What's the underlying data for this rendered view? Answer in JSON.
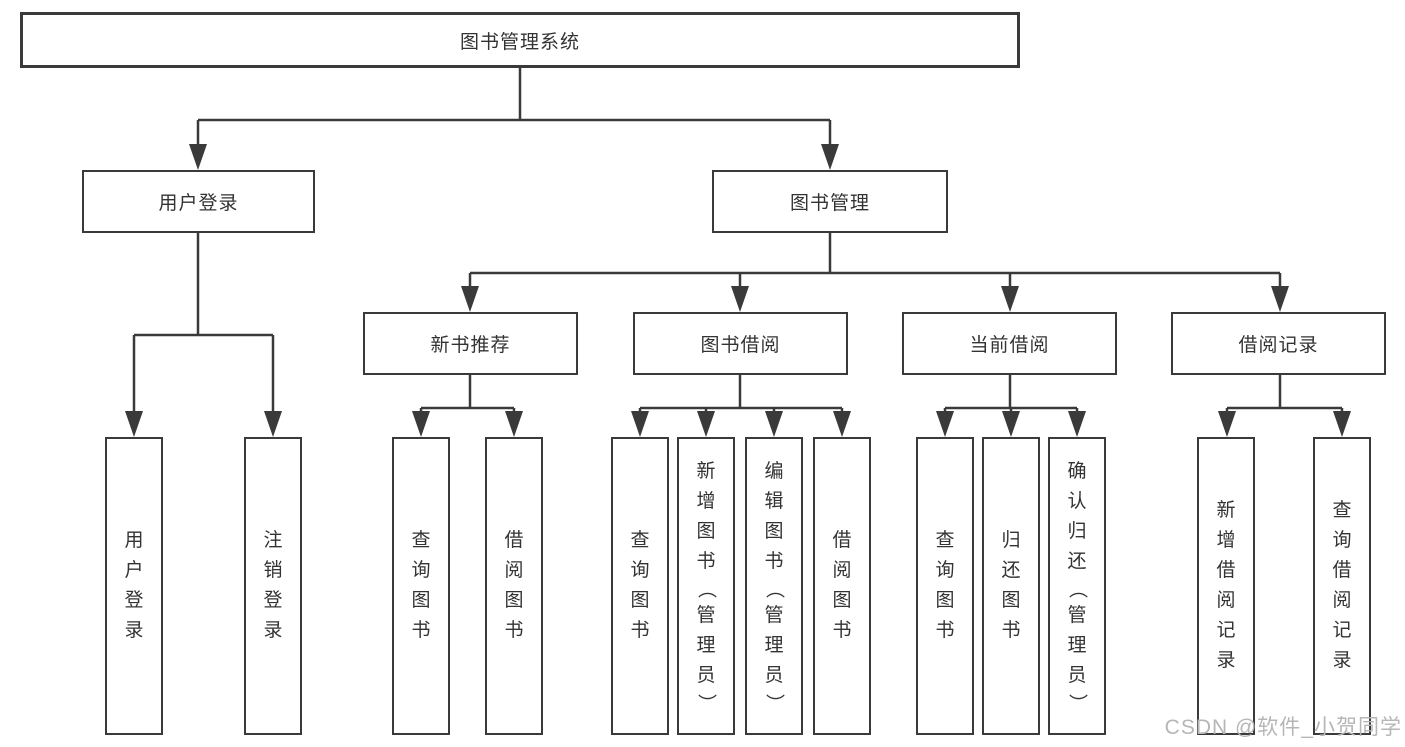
{
  "colors": {
    "background": "#ffffff",
    "line": "#3a3a3a",
    "text": "#333333",
    "watermark": "#b6b6b6"
  },
  "watermark": {
    "text": "CSDN @软件_小贺同学"
  },
  "tree": {
    "root": {
      "label": "图书管理系统"
    },
    "level1": [
      {
        "label": "用户登录"
      },
      {
        "label": "图书管理"
      }
    ],
    "level2": [
      {
        "label": "新书推荐"
      },
      {
        "label": "图书借阅"
      },
      {
        "label": "当前借阅"
      },
      {
        "label": "借阅记录"
      }
    ],
    "leaves": {
      "login": [
        {
          "label": "用户登录"
        },
        {
          "label": "注销登录"
        }
      ],
      "recommend": [
        {
          "label": "查询图书"
        },
        {
          "label": "借阅图书"
        }
      ],
      "borrow": [
        {
          "label": "查询图书"
        },
        {
          "label": "新增图书（管理员）"
        },
        {
          "label": "编辑图书（管理员）"
        },
        {
          "label": "借阅图书"
        }
      ],
      "current": [
        {
          "label": "查询图书"
        },
        {
          "label": "归还图书"
        },
        {
          "label": "确认归还（管理员）"
        }
      ],
      "records": [
        {
          "label": "新增借阅记录"
        },
        {
          "label": "查询借阅记录"
        }
      ]
    }
  }
}
